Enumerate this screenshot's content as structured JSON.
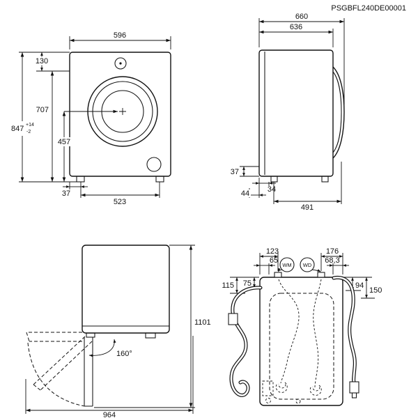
{
  "header": {
    "part_number": "PSGBFL240DE00001"
  },
  "front_view": {
    "width": "596",
    "top_to_panel": "130",
    "height": "847",
    "height_tol_plus": "+14",
    "height_tol_minus": "-2",
    "panel_to_floor": "707",
    "drum_center_to_floor": "457",
    "foot_inset": "37",
    "foot_spacing": "523"
  },
  "side_view": {
    "depth_total": "660",
    "depth_body": "636",
    "rear_bottom_height": "37",
    "rear_foot_offset": "34",
    "rear_clearance": "44",
    "foot_spacing": "491"
  },
  "door_view": {
    "height_with_open_door": "1101",
    "door_angle": "160°",
    "depth_with_open_door": "964"
  },
  "rear_view": {
    "wm_connection_offset": "123",
    "drain_offset": "65",
    "wd_connection_offset": "176",
    "inlet_offset": "68,3",
    "left_drop_outer": "115",
    "left_drop_inner": "75",
    "right_drop_inner": "94",
    "right_drop_outer": "150",
    "wm_label": "WM",
    "wd_label": "WD"
  }
}
